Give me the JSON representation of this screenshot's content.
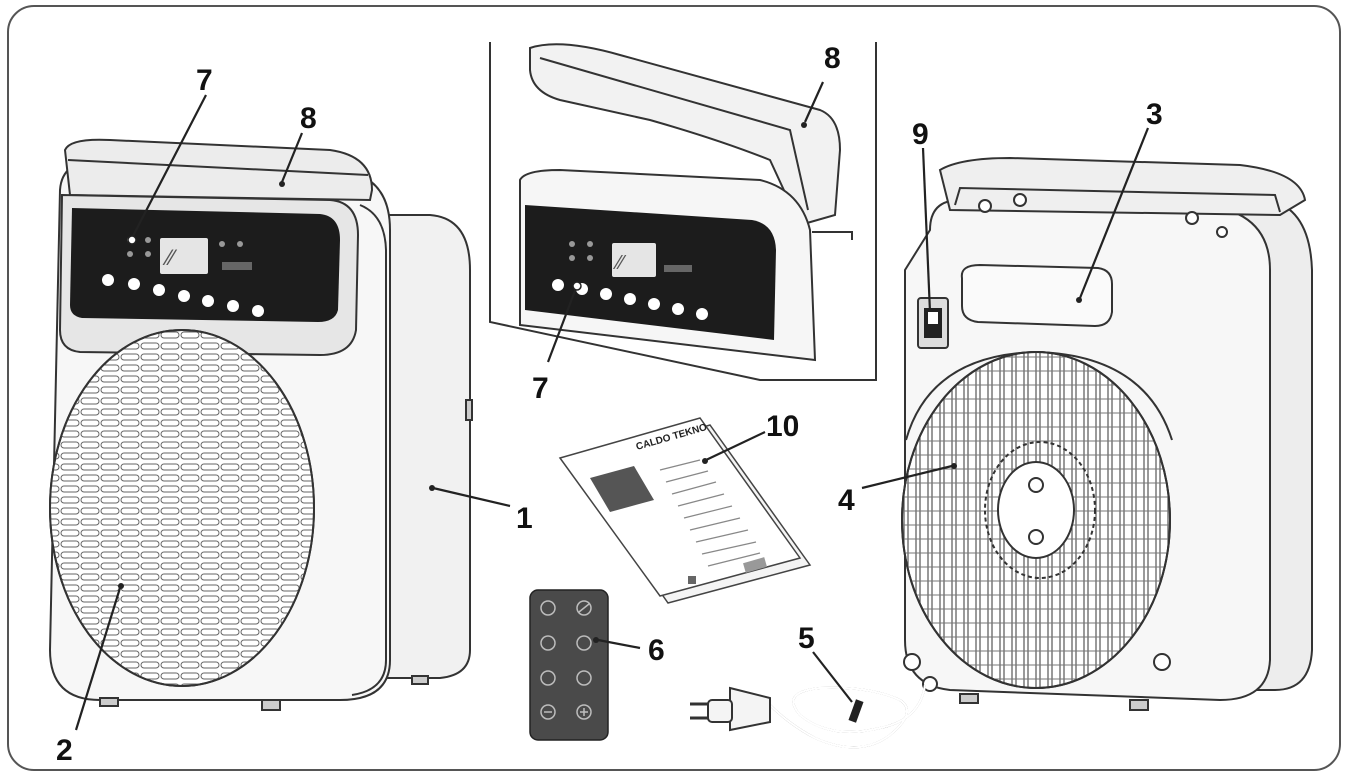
{
  "callouts": {
    "c1": "1",
    "c2": "2",
    "c3": "3",
    "c4": "4",
    "c5": "5",
    "c6": "6",
    "c7a": "7",
    "c7b": "7",
    "c8a": "8",
    "c8b": "8",
    "c9": "9",
    "c10": "10"
  },
  "manual": {
    "title": "CALDO TEKNO"
  },
  "colors": {
    "outline": "#333333",
    "panel": "#1c1c1c",
    "body": "#f3f3f3",
    "shadow": "#d9d9d9"
  }
}
